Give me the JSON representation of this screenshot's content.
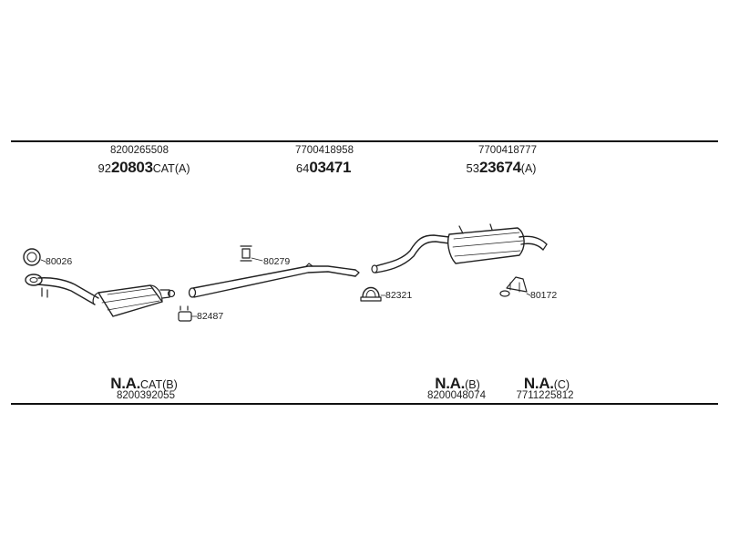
{
  "top_parts": [
    {
      "part_no": "8200265508",
      "prefix": "92",
      "number": "20803",
      "suffix": "CAT(A)"
    },
    {
      "part_no": "7700418958",
      "prefix": "64",
      "number": "03471",
      "suffix": ""
    },
    {
      "part_no": "7700418777",
      "prefix": "53",
      "number": "23674",
      "suffix": "(A)"
    }
  ],
  "callouts": {
    "c80026": "80026",
    "c80279": "80279",
    "c82487": "82487",
    "c82321": "82321",
    "c80172": "80172"
  },
  "bottom_parts": [
    {
      "number": "N.A.",
      "suffix": "CAT(B)",
      "part_no": "8200392055"
    },
    {
      "number": "N.A.",
      "suffix": "(B)",
      "part_no": "8200048074"
    },
    {
      "number": "N.A.",
      "suffix": "(C)",
      "part_no": "7711225812"
    }
  ]
}
